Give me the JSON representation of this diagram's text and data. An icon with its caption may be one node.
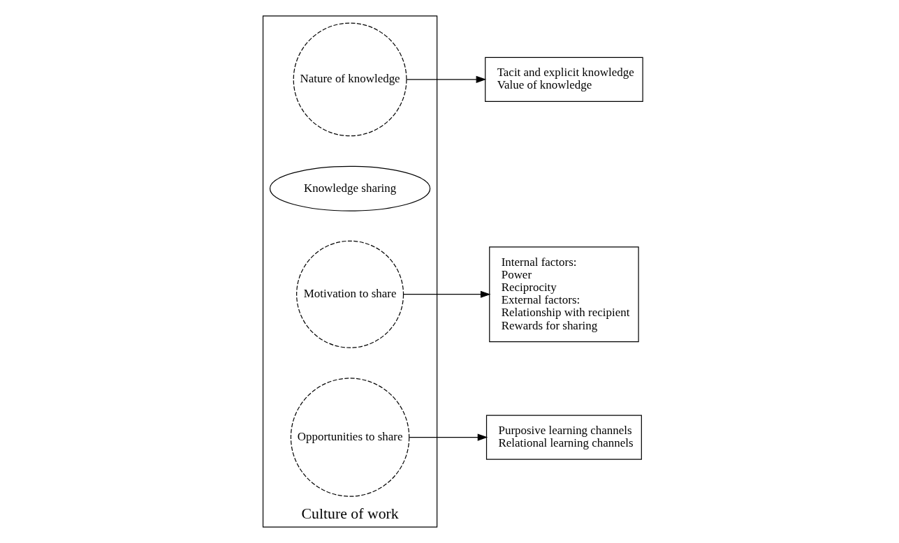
{
  "diagram": {
    "nodes": [
      {
        "text": [
          "Culture of work"
        ]
      },
      {
        "text": [
          "Nature of knowledge"
        ],
        "in": 0
      },
      {
        "text": [
          "Knowledge sharing"
        ],
        "in": 0
      },
      {
        "text": [
          "Motivation to share"
        ],
        "in": 0
      },
      {
        "text": [
          "Opportunities to share"
        ],
        "in": 0
      },
      {
        "text": [
          "Internal factors:",
          "Power",
          "Reciprocity",
          "External factors:",
          "Relationship with recipient",
          "Rewards for sharing"
        ]
      },
      {
        "text": [
          "Tacit and explicit knowledge",
          "Value of knowledge"
        ]
      },
      {
        "text": [
          "Purposive learning channels",
          "Relational learning channels"
        ]
      }
    ],
    "edges": [
      {
        "from": 1,
        "to": 6,
        "arrow": "to"
      },
      {
        "from": 3,
        "to": 5,
        "arrow": "to"
      },
      {
        "from": 4,
        "to": 7,
        "arrow": "to"
      }
    ]
  }
}
